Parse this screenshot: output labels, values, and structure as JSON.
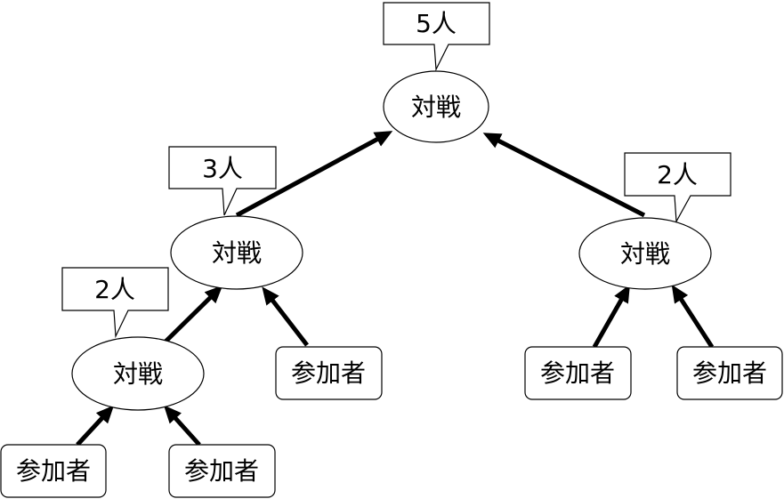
{
  "nodes": {
    "match_root": "対戦",
    "match_left": "対戦",
    "match_bottom_left": "対戦",
    "match_right": "対戦",
    "participant_1": "参加者",
    "participant_2": "参加者",
    "participant_3": "参加者",
    "participant_4": "参加者",
    "participant_5": "参加者"
  },
  "callouts": {
    "root_count": "5人",
    "left_count": "3人",
    "bottom_left_count": "2人",
    "right_count": "2人"
  }
}
